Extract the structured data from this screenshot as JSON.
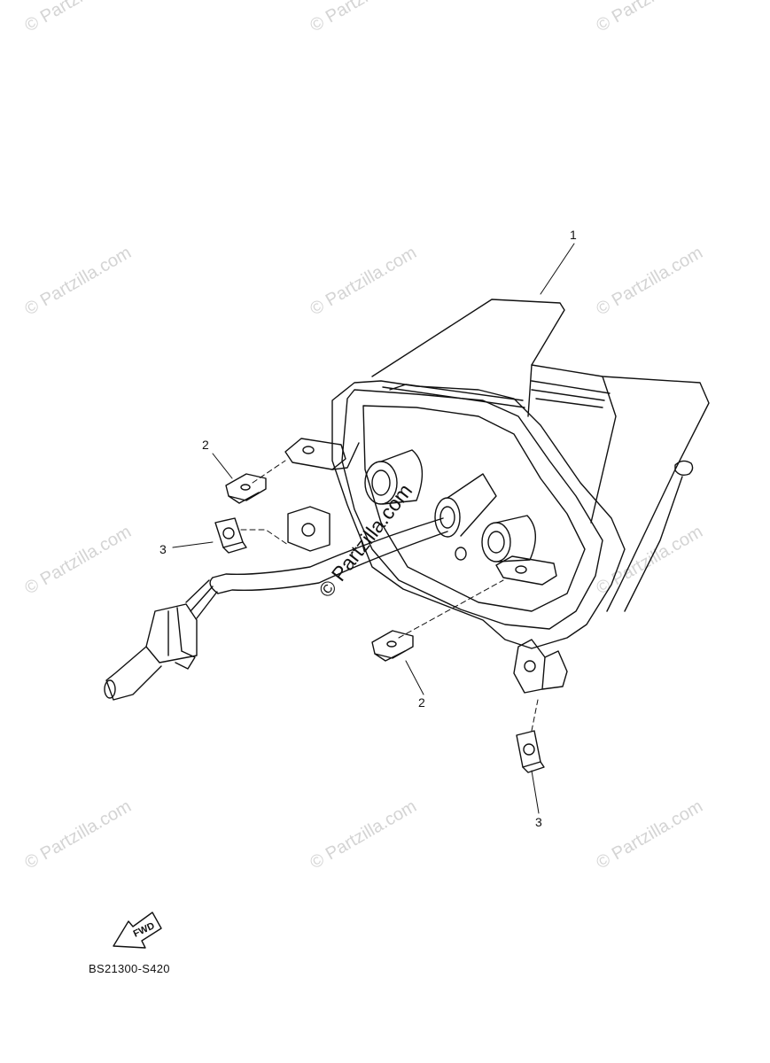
{
  "watermark": "© Partzilla.com",
  "center_watermark": "© Partzilla.com",
  "callouts": [
    "1",
    "2",
    "3",
    "2",
    "3"
  ],
  "fwd_label": "FWD",
  "diagram_code": "BS21300-S420"
}
